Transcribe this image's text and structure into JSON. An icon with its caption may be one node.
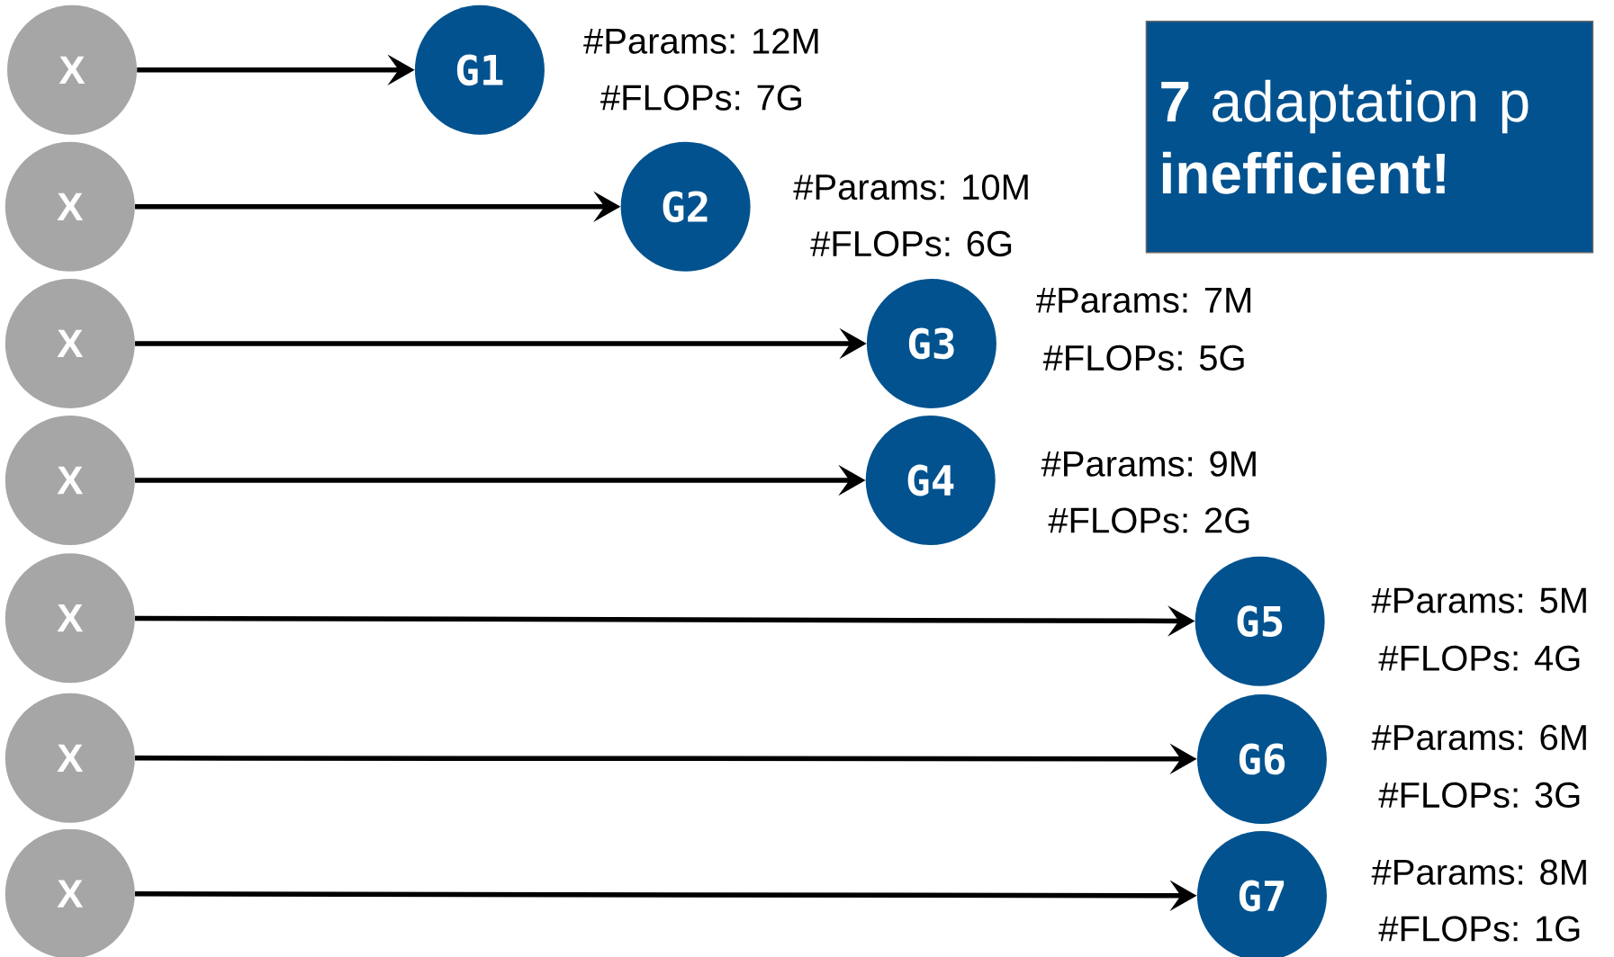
{
  "diagram": {
    "nodes": [
      {
        "text": [
          "X"
        ]
      },
      {
        "text": [
          "G1"
        ],
        "beside": [
          "#Params: 12M",
          "#FLOPs: 7G"
        ]
      },
      {
        "text": [
          "X"
        ]
      },
      {
        "text": [
          "G2"
        ],
        "beside": [
          "#Params: 10M",
          "#FLOPs: 6G"
        ]
      },
      {
        "text": [
          "X"
        ]
      },
      {
        "text": [
          "G3"
        ],
        "beside": [
          "#Params: 7M",
          "#FLOPs: 5G"
        ]
      },
      {
        "text": [
          "X"
        ]
      },
      {
        "text": [
          "G4"
        ],
        "beside": [
          "#Params: 9M",
          "#FLOPs: 2G"
        ]
      },
      {
        "text": [
          "X"
        ]
      },
      {
        "text": [
          "G5"
        ],
        "beside": [
          "#Params: 5M",
          "#FLOPs: 4G"
        ]
      },
      {
        "text": [
          "X"
        ]
      },
      {
        "text": [
          "G6"
        ],
        "beside": [
          "#Params: 6M",
          "#FLOPs: 3G"
        ]
      },
      {
        "text": [
          "X"
        ]
      },
      {
        "text": [
          "G7"
        ],
        "beside": [
          "#Params: 8M",
          "#FLOPs: 1G"
        ]
      },
      {
        "text": [
          "**7** adaptation p **inefficient!**"
        ]
      }
    ],
    "edges": [
      {
        "from": 0,
        "to": 1,
        "arrow": "to"
      },
      {
        "from": 2,
        "to": 3,
        "arrow": "to"
      },
      {
        "from": 4,
        "to": 5,
        "arrow": "to"
      },
      {
        "from": 6,
        "to": 7,
        "arrow": "to"
      },
      {
        "from": 8,
        "to": 9,
        "arrow": "to"
      },
      {
        "from": 10,
        "to": 11,
        "arrow": "to"
      },
      {
        "from": 12,
        "to": 13,
        "arrow": "to"
      }
    ]
  }
}
